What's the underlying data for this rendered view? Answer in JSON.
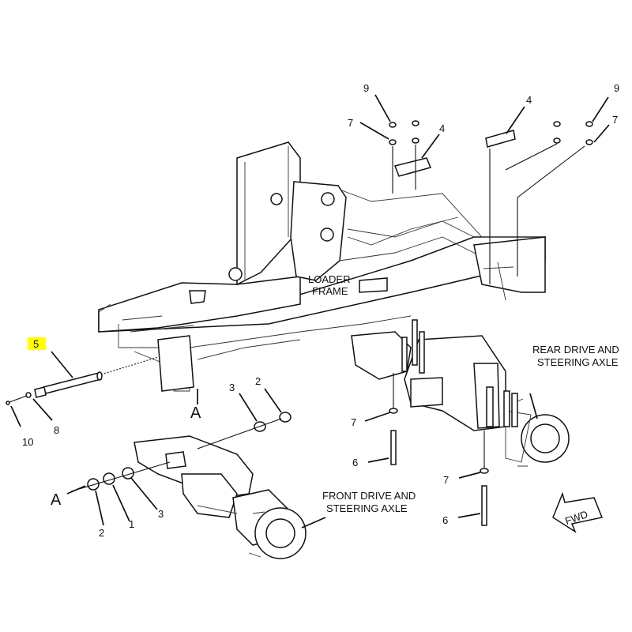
{
  "labels": {
    "loader_frame_line1": "LOADER",
    "loader_frame_line2": "FRAME",
    "rear_axle_line1": "REAR DRIVE AND",
    "rear_axle_line2": "STEERING AXLE",
    "front_axle_line1": "FRONT DRIVE AND",
    "front_axle_line2": "STEERING AXLE",
    "fwd": "FWD",
    "view_a_upper": "A",
    "view_a_lower": "A"
  },
  "callouts": {
    "c9_left": "9",
    "c7_upper_left": "7",
    "c4_center": "4",
    "c4_right": "4",
    "c9_right": "9",
    "c7_upper_right": "7",
    "c5": "5",
    "c10": "10",
    "c8": "8",
    "c3_upper": "3",
    "c2_upper": "2",
    "c7_mid": "7",
    "c6_mid": "6",
    "c2_lower": "2",
    "c1_lower": "1",
    "c3_lower": "3",
    "c7_lower": "7",
    "c6_lower": "6"
  },
  "colors": {
    "highlight": "#ffff00",
    "ink": "#111111",
    "background": "#ffffff"
  }
}
